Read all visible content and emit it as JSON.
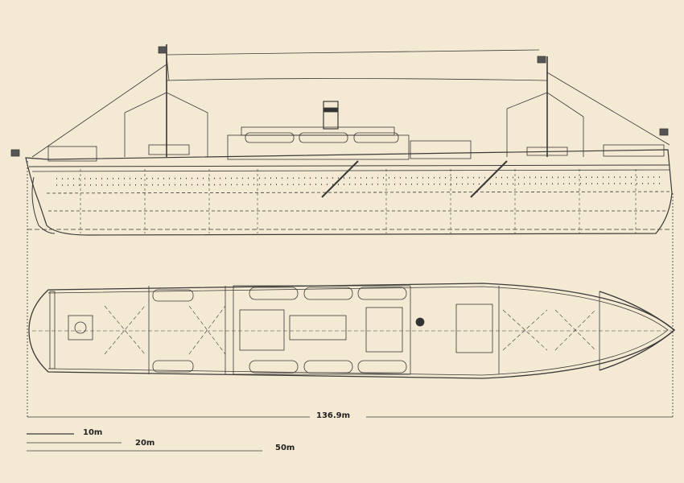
{
  "drawing": {
    "length_label": "136.9m",
    "scale_bars": [
      {
        "label": "10m"
      },
      {
        "label": "20m"
      },
      {
        "label": "50m"
      }
    ],
    "colors": {
      "background": "#f4e9d2",
      "ink": "#333333"
    }
  }
}
